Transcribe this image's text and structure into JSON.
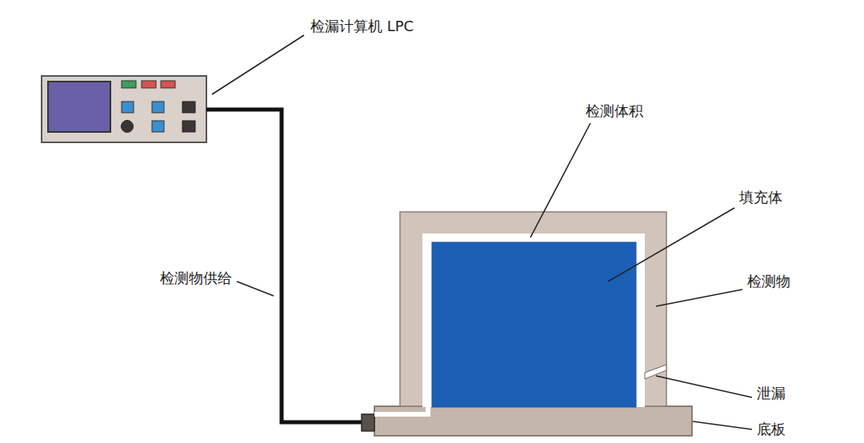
{
  "diagram": {
    "labels": [
      "检漏计算机 LPC",
      "检测体积",
      "填充体",
      "检测物",
      "检测物供给",
      "泄漏",
      "底板"
    ]
  }
}
